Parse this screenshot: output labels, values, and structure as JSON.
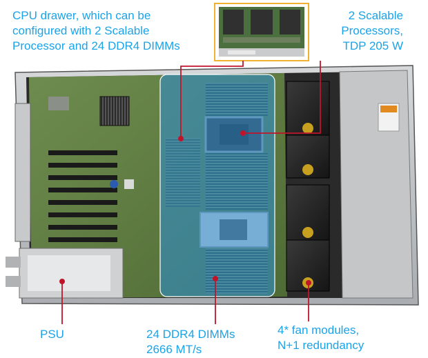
{
  "annotations": {
    "cpu_drawer": "CPU drawer, which can be\nconfigured with 2 Scalable\nProcessor and 24 DDR4 DIMMs",
    "processors": "2 Scalable\nProcessors,\nTDP  205 W",
    "psu": "PSU",
    "dimms": "24 DDR4 DIMMs\n2666 MT/s",
    "fans": "4* fan modules,\nN+1 redundancy"
  },
  "colors": {
    "label_text": "#1aa3e8",
    "leader_line": "#c0142a",
    "inset_border": "#f0b030",
    "drawer_overlay": "#2e8fd6"
  }
}
